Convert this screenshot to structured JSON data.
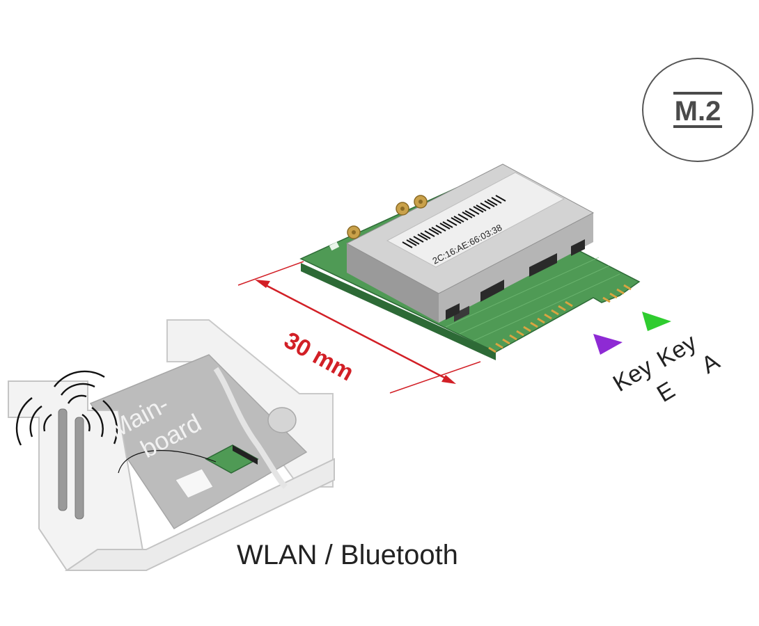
{
  "badge": {
    "text": "M.2"
  },
  "dimension": {
    "label": "30 mm"
  },
  "card": {
    "serial_label": "2C:16:AE:66:03:38"
  },
  "keys": {
    "e": {
      "word": "Key",
      "letter": "E",
      "color": "#8e2ad4"
    },
    "a": {
      "word": "Key",
      "letter": "A",
      "color": "#2fcc2f"
    }
  },
  "mainboard": {
    "line1": "Main-",
    "line2": "board"
  },
  "caption": "WLAN / Bluetooth",
  "colors": {
    "pcb": "#4f9a55",
    "pcb_dark": "#2d6a36",
    "shield": "#c8c8c8",
    "dimension_line": "#d21f26",
    "gold": "#d9a441"
  }
}
